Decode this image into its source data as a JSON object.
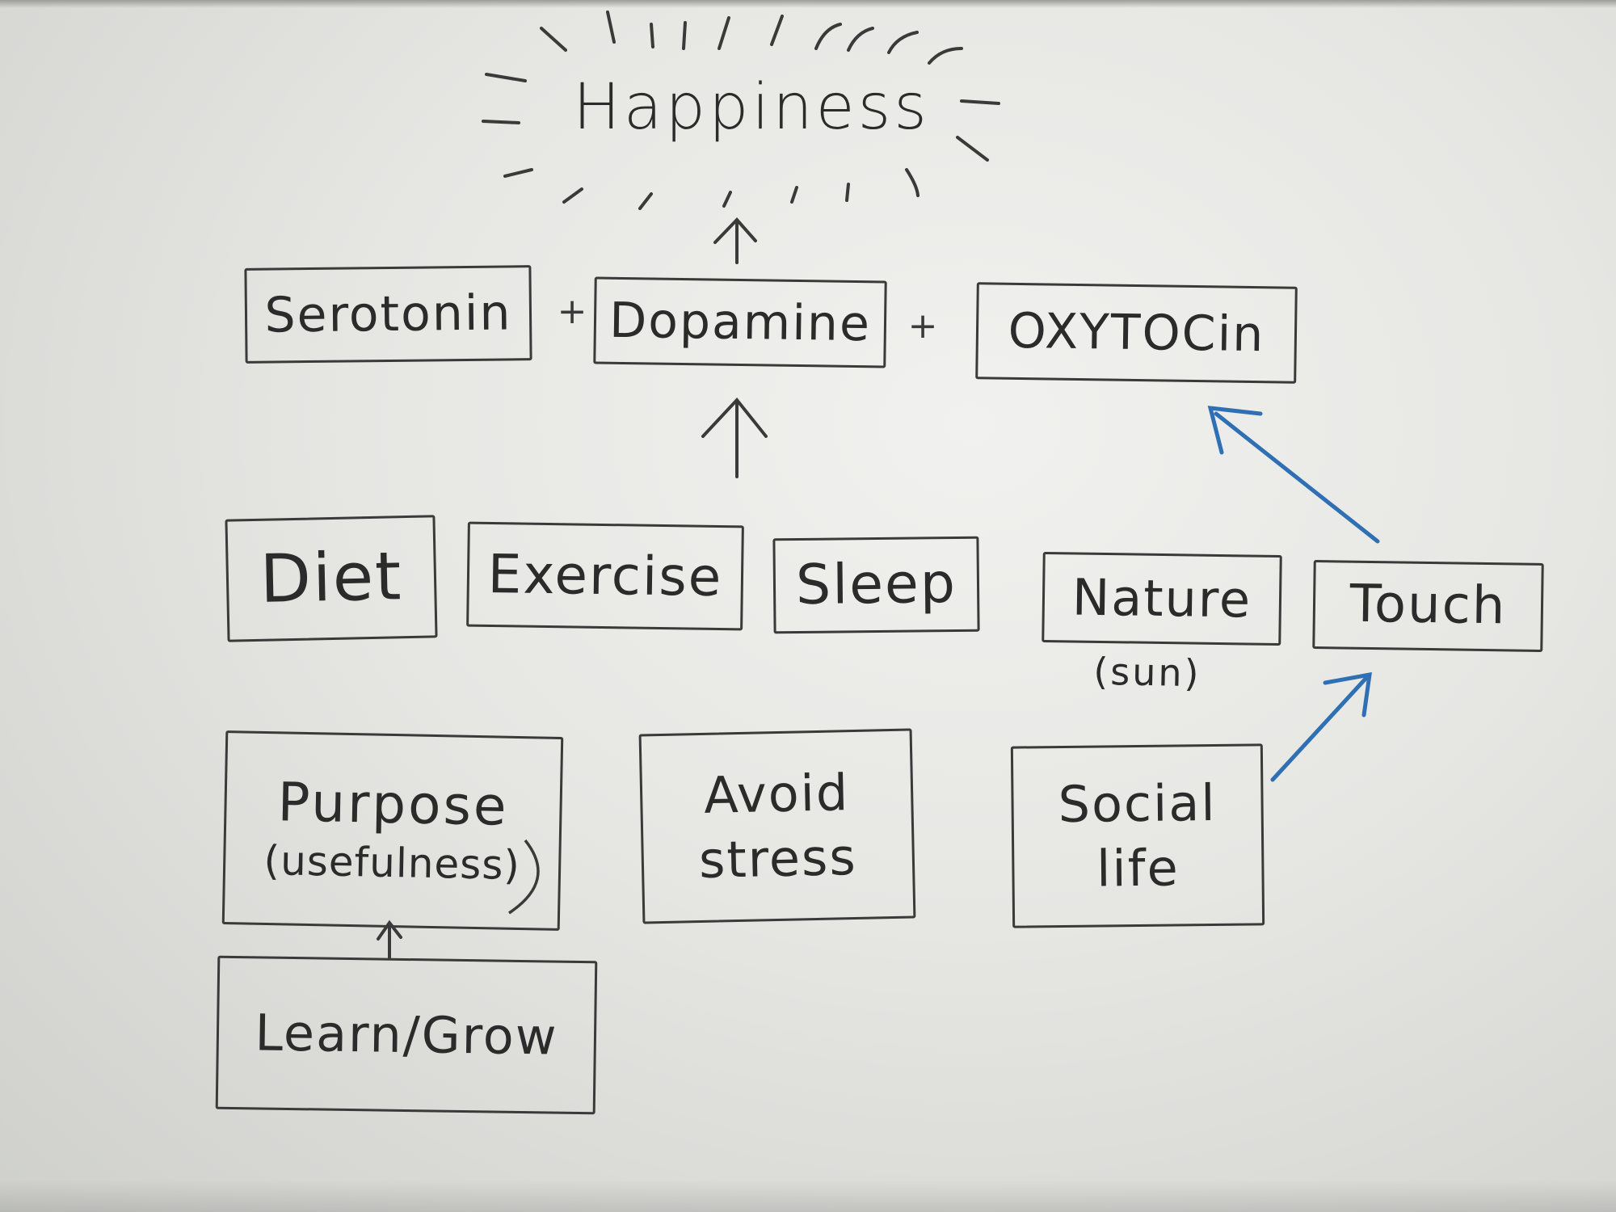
{
  "diagram": {
    "title": "Happiness",
    "ops": {
      "plus_left": "+",
      "plus_right": "+"
    },
    "chemicals": {
      "serotonin": "Serotonin",
      "dopamine": "Dopamine",
      "oxytocin": "OXYTOCin"
    },
    "factors_row1": {
      "diet": "Diet",
      "exercise": "Exercise",
      "sleep": "Sleep",
      "nature": "Nature",
      "nature_note": "(sun)",
      "touch": "Touch"
    },
    "factors_row2": {
      "purpose": "Purpose",
      "purpose_note": "(usefulness)",
      "avoid_stress_line1": "Avoid",
      "avoid_stress_line2": "stress",
      "social_life_line1": "Social",
      "social_life_line2": "life"
    },
    "factors_row3": {
      "learn_grow": "Learn/Grow"
    },
    "colors": {
      "ink": "#3a3a3a",
      "blue_arrow": "#2f6fb3",
      "board": "#e8e8e5"
    }
  }
}
